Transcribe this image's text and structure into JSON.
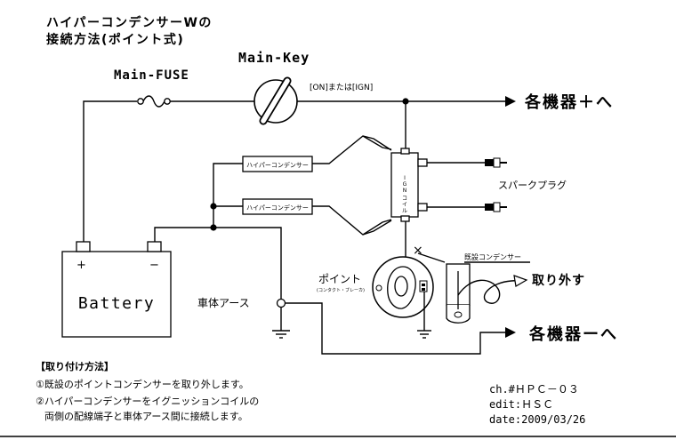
{
  "title": {
    "line1": "ハイパーコンデンサーWの",
    "line2": "接続方法(ポイント式)"
  },
  "labels": {
    "main_key": "Main-Key",
    "main_fuse": "Main-FUSE",
    "on_ign": "[ON]または[IGN]",
    "plus_out": "各機器＋へ",
    "minus_out": "各機器ーへ",
    "hyper_cond": "ハイパーコンデンサー",
    "ign_coil": [
      "I",
      "G",
      "N",
      "コ",
      "イ",
      "ル"
    ],
    "spark_plug": "スパークプラグ",
    "existing_cond": "既設コンデンサー",
    "remove": "取り外す",
    "point": "ポイント",
    "point_sub": "(コンタクト・ブレーカ)",
    "body_ground": "車体アース",
    "battery": "Battery",
    "plus": "+",
    "minus": "−",
    "x_mark": "×"
  },
  "instructions": {
    "heading": "【取り付け方法】",
    "step1": "①既設のポイントコンデンサーを取り外します。",
    "step2a": "②ハイパーコンデンサーをイグニッションコイルの",
    "step2b": "両側の配線端子と車体アース間に接続します。"
  },
  "meta": {
    "ch": "ch.#ＨＰＣ－０３",
    "edit": "edit:ＨＳＣ",
    "date": "date:2009/03/26"
  }
}
